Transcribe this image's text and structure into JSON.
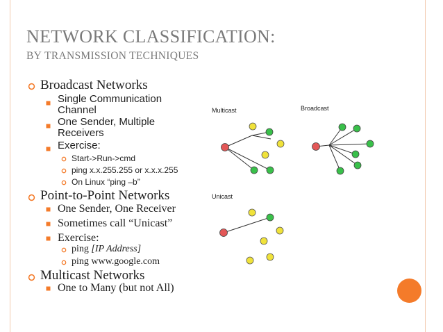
{
  "title": {
    "first": "N",
    "first_rest": "ETWORK",
    "second": "C",
    "second_rest": "LASSIFICATION:"
  },
  "subtitle": {
    "w1": "BY",
    "w2_first": "T",
    "w2_rest": "RANSMISSION",
    "w3_first": "T",
    "w3_rest": "ECHNIQUES"
  },
  "bullets": {
    "broadcast_heading": "Broadcast Networks",
    "single_line1": "Single Communication",
    "single_line2": "Channel",
    "one_sender_line1": "One Sender,  Multiple",
    "one_sender_line2": "Receivers",
    "exercise": "Exercise:",
    "ex_start": "Start->Run->cmd",
    "ex_ping": "ping x.x.255.255 or x.x.x.255",
    "ex_linux": "On Linux “ping –b”",
    "p2p_heading": "Point-to-Point Networks",
    "p2p_one": "One Sender, One Receiver",
    "p2p_sometimes": "Sometimes call “Unicast”",
    "p2p_exercise": "Exercise:",
    "p2p_ping_prefix": "ping ",
    "p2p_ping_ip": "[IP Address]",
    "p2p_ping_google": "ping www.google.com",
    "multicast_heading": "Multicast Networks",
    "multicast_one": "One to Many (but not All)"
  },
  "diagram": {
    "multicast_label": "Multicast",
    "broadcast_label": "Broadcast",
    "unicast_label": "Unicast"
  },
  "colors": {
    "sender": "#e35757",
    "receiver_green": "#39c04a",
    "receiver_yellow": "#f0e23a",
    "bullet_marker": "#f47b2a",
    "accent_circle": "#f47b2a"
  }
}
